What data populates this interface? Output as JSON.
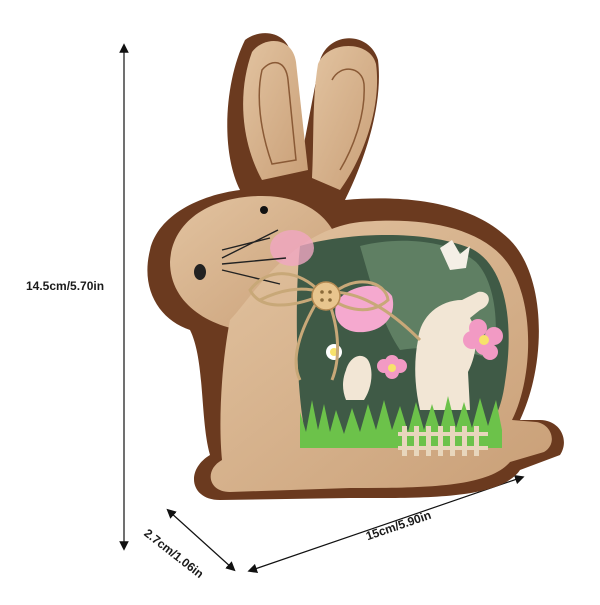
{
  "dimensions": {
    "height": "14.5cm/5.70in",
    "width": "15cm/5.90in",
    "depth": "2.7cm/1.06in"
  },
  "colors": {
    "wood_light": "#d4b18c",
    "wood_dark": "#6b3a1f",
    "grass": "#6cc24a",
    "flower_pink": "#f29ac4",
    "panel_green": "#4f6b55"
  }
}
